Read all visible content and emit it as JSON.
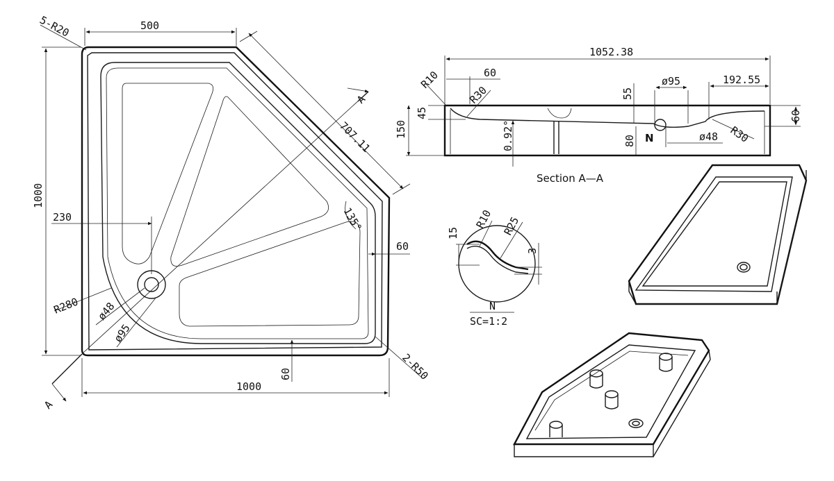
{
  "plan": {
    "dim_top_width": "500",
    "dim_corner_radius": "5-R20",
    "dim_left_height": "1000",
    "dim_diagonal": "707.11",
    "dim_inner_offset": "230",
    "dim_right_rim": "60",
    "dim_angle": "135°",
    "dim_corner_r280": "R280",
    "dim_drain_48": "ø48",
    "dim_drain_95": "ø95",
    "dim_bottom_rim": "60",
    "dim_bottom_width": "1000",
    "dim_corner_r50": "2-R50",
    "section_mark_top": "A",
    "section_mark_bottom": "A"
  },
  "section": {
    "title": "Section  A—A",
    "dim_total_length": "1052.38",
    "dim_60_top": "60",
    "dim_r10": "R10",
    "dim_r30_left": "R30",
    "dim_55": "55",
    "dim_d95": "ø95",
    "dim_192": "192.55",
    "dim_45": "45",
    "dim_150": "150",
    "dim_slope": "0.92°",
    "dim_80": "80",
    "dim_n": "N",
    "dim_d48": "ø48",
    "dim_r30_right": "R30",
    "dim_60_right": "60"
  },
  "detail": {
    "dim_15": "15",
    "dim_r10": "R10",
    "dim_r25": "R25",
    "dim_3": "3",
    "label": "N",
    "scale": "SC=1:2"
  }
}
